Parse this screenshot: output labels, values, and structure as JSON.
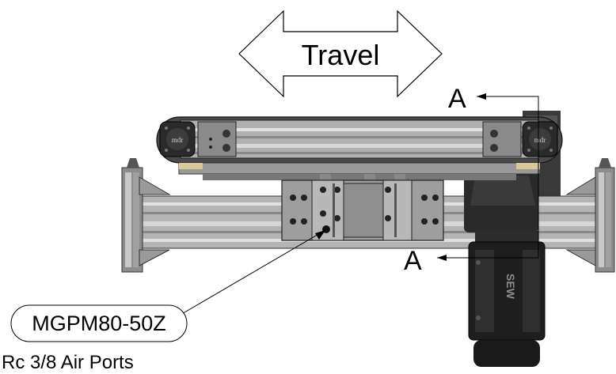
{
  "labels": {
    "travel": "Travel",
    "section_top": "A",
    "section_bottom": "A",
    "cylinder_model": "MGPM80-50Z",
    "air_ports": "Rc 3/8 Air Ports"
  },
  "logos": {
    "pulley_left": "mdr",
    "pulley_right": "mdr",
    "motor": "SEW"
  },
  "colors": {
    "background": "#ffffff",
    "frame_dark": "#2e2e2e",
    "aluminum": "#a8a8a8",
    "aluminum_light": "#d0d0d0",
    "plate": "#9c9c9c",
    "motor": "#1f1f1f",
    "line": "#000000"
  }
}
